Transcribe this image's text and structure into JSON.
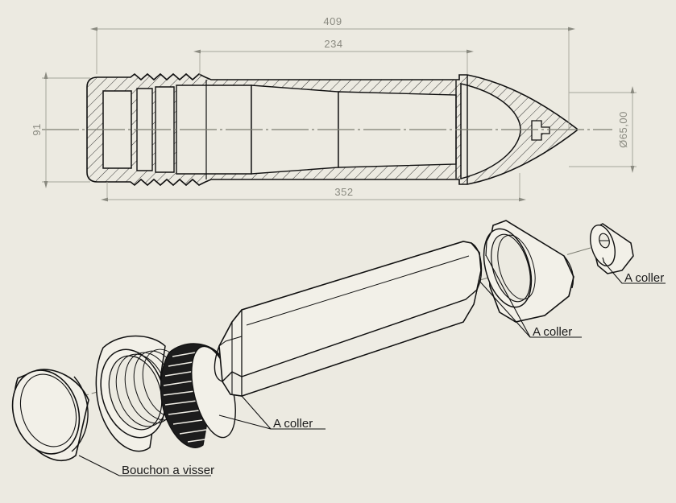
{
  "drawing": {
    "background_color": "#eceae1",
    "line_color": "#111111",
    "dim_color": "#8a8a80",
    "title": "Technical drawing - sectioned projectile body with exploded isometric view"
  },
  "dimensions": {
    "overall_length": "409",
    "mid_length": "234",
    "body_length": "352",
    "height_left": "91",
    "diameter_right": "Ø65,00"
  },
  "annotations": {
    "tip_glue": "A coller",
    "cone_glue": "A coller",
    "body_glue": "A coller",
    "screw_cap": "Bouchon a visser"
  }
}
